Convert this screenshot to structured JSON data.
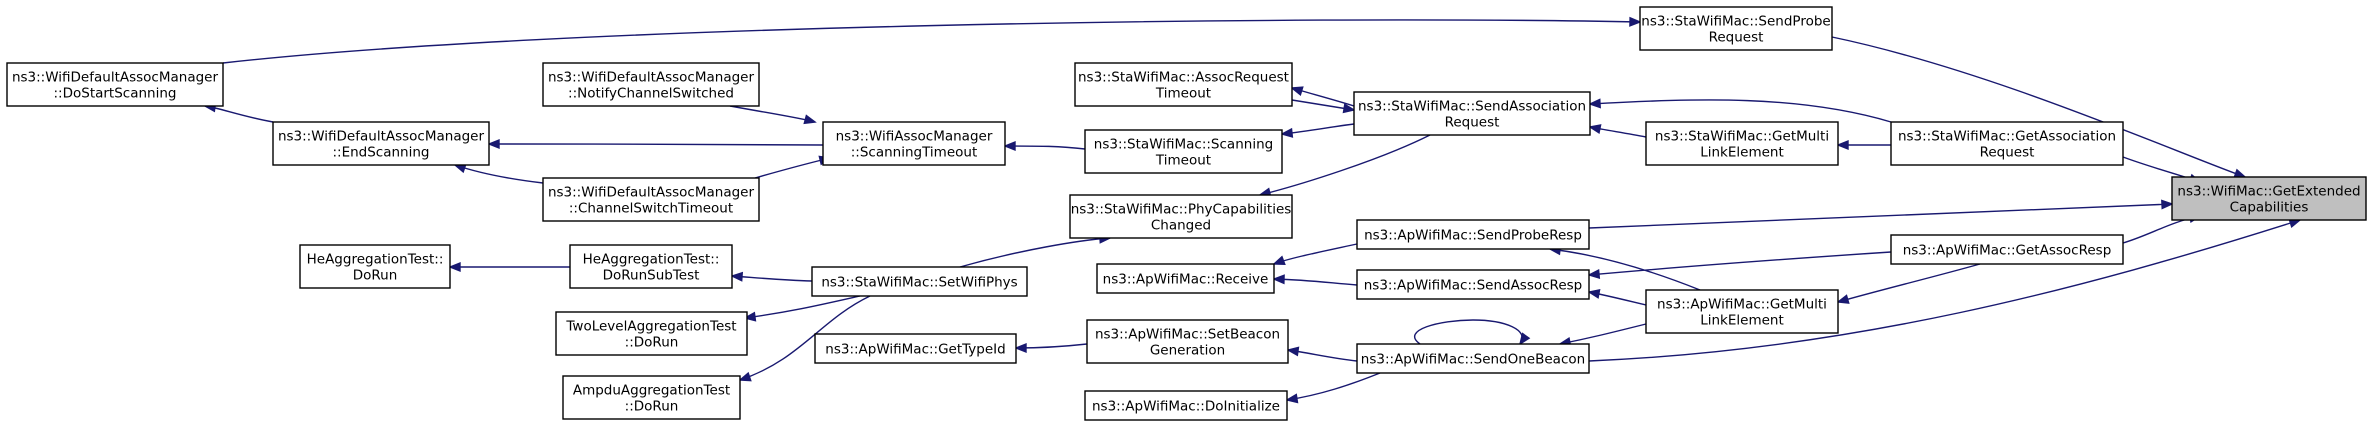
{
  "graph": {
    "title": "",
    "edge_color": "#191970",
    "root_fill": "#bfbfbf",
    "node_fill": "#ffffff"
  },
  "nodes": {
    "getext": {
      "lines": [
        "ns3::WifiMac::GetExtended",
        "Capabilities"
      ],
      "root": true
    },
    "sendprobereq": {
      "lines": [
        "ns3::StaWifiMac::SendProbe",
        "Request"
      ]
    },
    "dostartscanning": {
      "lines": [
        "ns3::WifiDefaultAssocManager",
        "::DoStartScanning"
      ]
    },
    "endscanning": {
      "lines": [
        "ns3::WifiDefaultAssocManager",
        "::EndScanning"
      ]
    },
    "notifychannel": {
      "lines": [
        "ns3::WifiDefaultAssocManager",
        "::NotifyChannelSwitched"
      ]
    },
    "channelswitchtimeout": {
      "lines": [
        "ns3::WifiDefaultAssocManager",
        "::ChannelSwitchTimeout"
      ]
    },
    "scanningtimeoutmgr": {
      "lines": [
        "ns3::WifiAssocManager",
        "::ScanningTimeout"
      ]
    },
    "assocreqtimeout": {
      "lines": [
        "ns3::StaWifiMac::AssocRequest",
        "Timeout"
      ]
    },
    "stascanningtimeout": {
      "lines": [
        "ns3::StaWifiMac::Scanning",
        "Timeout"
      ]
    },
    "phycapchanged": {
      "lines": [
        "ns3::StaWifiMac::PhyCapabilities",
        "Changed"
      ]
    },
    "sendassocreq": {
      "lines": [
        "ns3::StaWifiMac::SendAssociation",
        "Request"
      ]
    },
    "stagetmultilink": {
      "lines": [
        "ns3::StaWifiMac::GetMulti",
        "LinkElement"
      ]
    },
    "getassocreq": {
      "lines": [
        "ns3::StaWifiMac::GetAssociation",
        "Request"
      ]
    },
    "heaggtestdorun": {
      "lines": [
        "HeAggregationTest::",
        "DoRun"
      ]
    },
    "heaggsubtest": {
      "lines": [
        "HeAggregationTest::",
        "DoRunSubTest"
      ]
    },
    "twolevelagg": {
      "lines": [
        "TwoLevelAggregationTest",
        "::DoRun"
      ]
    },
    "ampduagg": {
      "lines": [
        "AmpduAggregationTest",
        "::DoRun"
      ]
    },
    "setwifiphys": {
      "lines": [
        "ns3::StaWifiMac::SetWifiPhys"
      ]
    },
    "apreceive": {
      "lines": [
        "ns3::ApWifiMac::Receive"
      ]
    },
    "sendproberesp": {
      "lines": [
        "ns3::ApWifiMac::SendProbeResp"
      ]
    },
    "sendassocresp": {
      "lines": [
        "ns3::ApWifiMac::SendAssocResp"
      ]
    },
    "apgettypeid": {
      "lines": [
        "ns3::ApWifiMac::GetTypeId"
      ]
    },
    "setbeacongen": {
      "lines": [
        "ns3::ApWifiMac::SetBeacon",
        "Generation"
      ]
    },
    "apdoinit": {
      "lines": [
        "ns3::ApWifiMac::DoInitialize"
      ]
    },
    "sendonebeacon": {
      "lines": [
        "ns3::ApWifiMac::SendOneBeacon"
      ]
    },
    "apgetmultilink": {
      "lines": [
        "ns3::ApWifiMac::GetMulti",
        "LinkElement"
      ]
    },
    "getassocresp": {
      "lines": [
        "ns3::ApWifiMac::GetAssocResp"
      ]
    }
  }
}
